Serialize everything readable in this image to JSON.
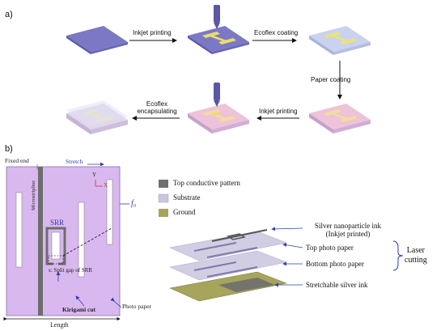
{
  "panel_a": {
    "label": "a)",
    "steps": {
      "inkjet_1": "Inkjet printing",
      "ecoflex_coating": "Ecoflex coating",
      "paper_coating": "Paper  coating",
      "inkjet_2": "Inkjet printing",
      "ecoflex_encapsulating_1": "Ecoflex",
      "ecoflex_encapsulating_2": "encapsulating"
    }
  },
  "panel_b": {
    "label": "b)",
    "fixed_end": "Fixed end",
    "stretch": "Stretch",
    "axis_y": "Y",
    "axis_x": "X",
    "microstripline": "Microstripline",
    "srr": "SRR",
    "f0": "f₀",
    "split_gap_s": "s:",
    "split_gap_text": "Split gap of SRR",
    "photo_paper": "Photo paper",
    "kirigami_cut": "Kirigami cut",
    "length": "Length"
  },
  "legend": [
    {
      "label": "Top conductive pattern",
      "color": "#6f6f6f"
    },
    {
      "label": "Substrate",
      "color": "#c9c6e0"
    },
    {
      "label": "Ground",
      "color": "#a7a45c"
    }
  ],
  "layers": {
    "silver_ink_1": "Silver nanoparticle ink",
    "silver_ink_2": "(Inkjet printed)",
    "top_paper": "Top photo paper",
    "bottom_paper": "Bottom photo paper",
    "stretchable": "Stretchable silver ink",
    "laser_1": "Laser",
    "laser_2": "cutting"
  },
  "colors": {
    "substrate_purple": "#7b78c6",
    "ink_yellow": "#e8de6a",
    "paper_pink": "#eec2d8",
    "ecoflex_blue": "#c9d2ee",
    "kirigami_lilac": "#d9b8f0",
    "arrow_blue": "#2c3fa8"
  }
}
